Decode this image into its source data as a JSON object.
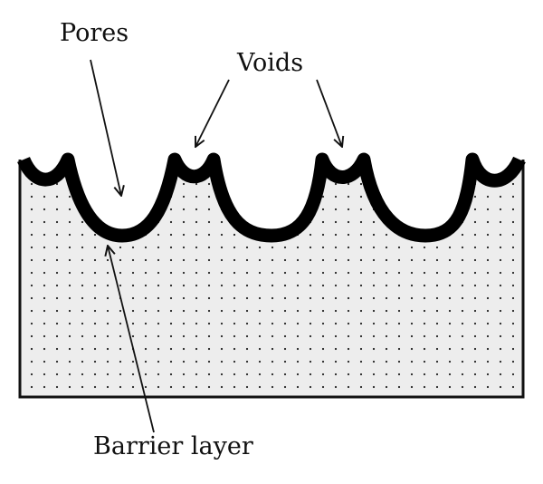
{
  "diagram": {
    "labels": {
      "pores": "Pores",
      "voids": "Voids",
      "barrier_layer": "Barrier layer"
    }
  }
}
